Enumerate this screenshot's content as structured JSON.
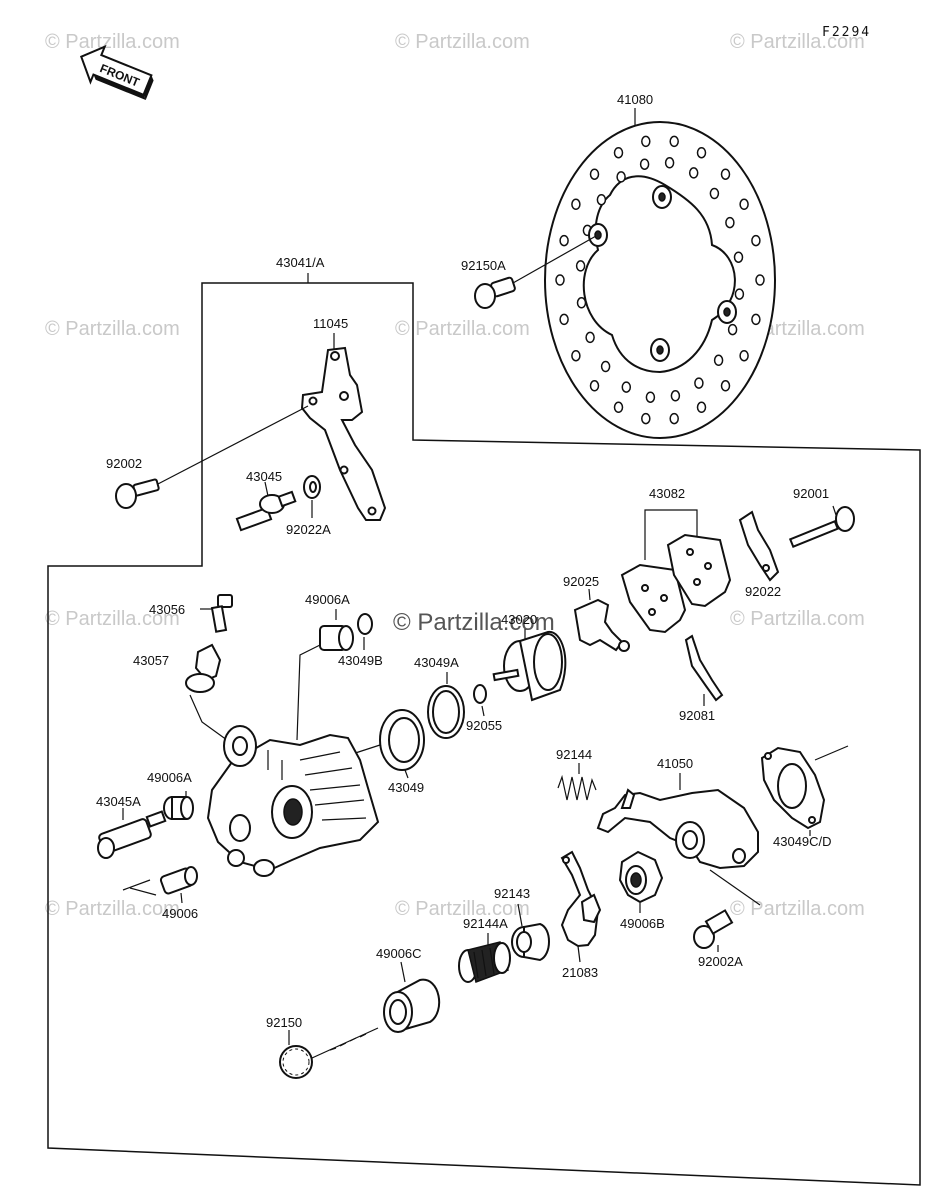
{
  "diagram_code": "F2294",
  "front_arrow_label": "FRONT",
  "watermark_text": "© Partzilla.com",
  "watermark_center_text": "© Partzilla.com",
  "parts": {
    "disc": "41080",
    "disc_bolt": "92150A",
    "caliper_assy": "43041/A",
    "bracket": "11045",
    "bracket_bolt": "92002",
    "pin_43045": "43045",
    "washer_92022A": "92022A",
    "pad_assy": "43082",
    "pad_pin_bolt": "92001",
    "pad_spring_clip": "92022",
    "bleeder_valve": "43056",
    "bleeder_cap": "43057",
    "boot_49006A": "49006A",
    "oring_43049B": "43049B",
    "piston": "43020",
    "seal_43049A": "43049A",
    "shim_92025": "92025",
    "circlip_92055": "92055",
    "seal_43049": "43049",
    "spring_92081": "92081",
    "spring_92144": "92144",
    "lever_41050": "41050",
    "gasket_43049CD": "43049C/D",
    "boot_49006A_lower": "49006A",
    "pin_43045A": "43045A",
    "boot_49006": "49006",
    "collar_92143": "92143",
    "spring_92144A": "92144A",
    "cap_49006C": "49006C",
    "lever_21083": "21083",
    "boot_49006B": "49006B",
    "bolt_92002A": "92002A",
    "adjuster_92150": "92150"
  }
}
